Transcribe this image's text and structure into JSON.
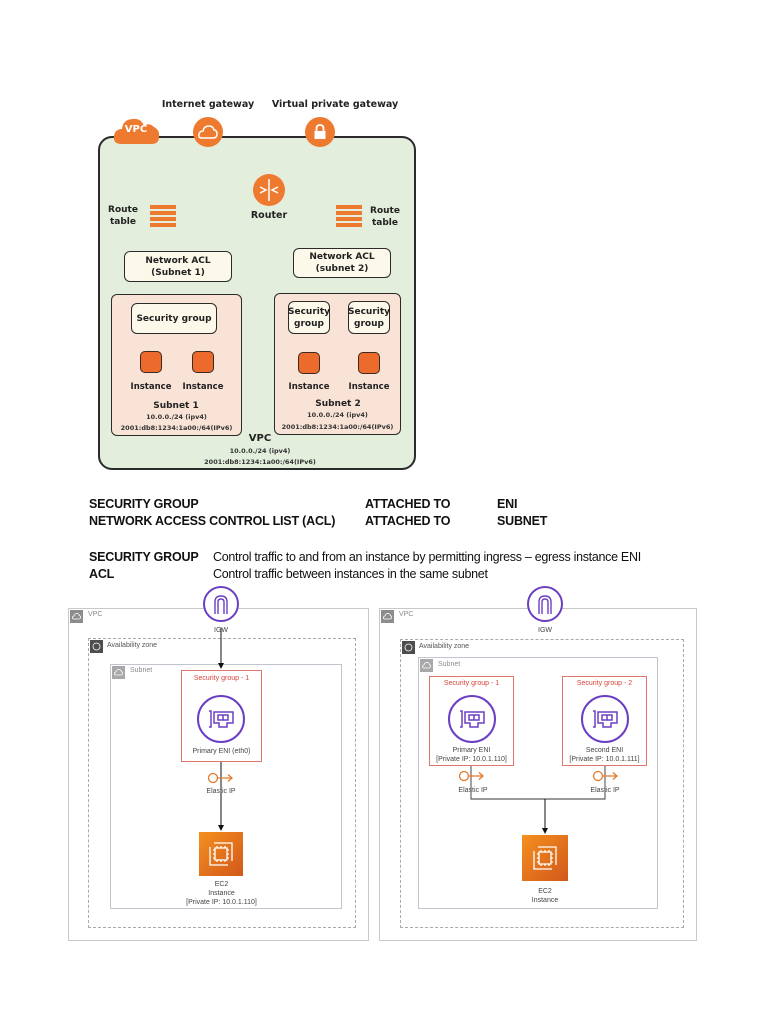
{
  "top_diagram": {
    "vpc_badge": "VPC",
    "internet_gateway": "Internet gateway",
    "virtual_private_gateway": "Virtual private gateway",
    "router": "Router",
    "route_table_left": [
      "Route",
      "table"
    ],
    "route_table_right": [
      "Route",
      "table"
    ],
    "nacl_left": [
      "Network ACL",
      "(Subnet 1)"
    ],
    "nacl_right": [
      "Network ACL",
      "(subnet 2)"
    ],
    "subnet1": {
      "security_group": "Security group",
      "instances": [
        "Instance",
        "Instance"
      ],
      "title": "Subnet 1",
      "ipv4": "10.0.0./24 (ipv4)",
      "ipv6": "2001:db8:1234:1a00:/64(IPv6)"
    },
    "subnet2": {
      "security_groups": [
        [
          "Security",
          "group"
        ],
        [
          "Security",
          "group"
        ]
      ],
      "instances": [
        "Instance",
        "Instance"
      ],
      "title": "Subnet 2",
      "ipv4": "10.0.0./24 (ipv4)",
      "ipv6": "2001:db8:1234:1a00:/64(IPv6)"
    },
    "vpc": {
      "title": "VPC",
      "ipv4": "10.0.0./24 (ipv4)",
      "ipv6": "2001:db8:1234:1a00:/64(IPv6)"
    },
    "colors": {
      "vpc_bg": "#e3efdc",
      "subnet_bg": "#f9e3d6",
      "accent": "#ee7a30"
    }
  },
  "attachments": [
    {
      "item": "SECURITY GROUP",
      "relation": "ATTACHED TO",
      "target": "ENI"
    },
    {
      "item": "NETWORK ACCESS CONTROL LIST (ACL)",
      "relation": "ATTACHED TO",
      "target": "SUBNET"
    }
  ],
  "definitions": [
    {
      "term": "SECURITY GROUP",
      "text": "Control traffic to and from an instance by permitting ingress – egress instance ENI"
    },
    {
      "term": "ACL",
      "text": "Control traffic between instances in the same subnet"
    }
  ],
  "left_diagram": {
    "vpc": "VPC",
    "igw": "IGW",
    "az": "Availability zone",
    "subnet": "Subnet",
    "security_group": "Security group - 1",
    "eni": "Primary ENI (eth0)",
    "elastic_ip": "Elastic IP",
    "ec2": [
      "EC2",
      "Instance",
      "[Private IP: 10.0.1.110]"
    ]
  },
  "right_diagram": {
    "vpc": "VPC",
    "igw": "IGW",
    "az": "Availability zone",
    "subnet": "Subnet",
    "security_group_1": "Security group - 1",
    "security_group_2": "Security group - 2",
    "eni_1": [
      "Primary ENI",
      "[Private IP: 10.0.1.110]"
    ],
    "eni_2": [
      "Second ENI",
      "[Private IP: 10.0.1.111]"
    ],
    "elastic_ip_1": "Elastic IP",
    "elastic_ip_2": "Elastic IP",
    "ec2": [
      "EC2",
      "Instance"
    ]
  }
}
